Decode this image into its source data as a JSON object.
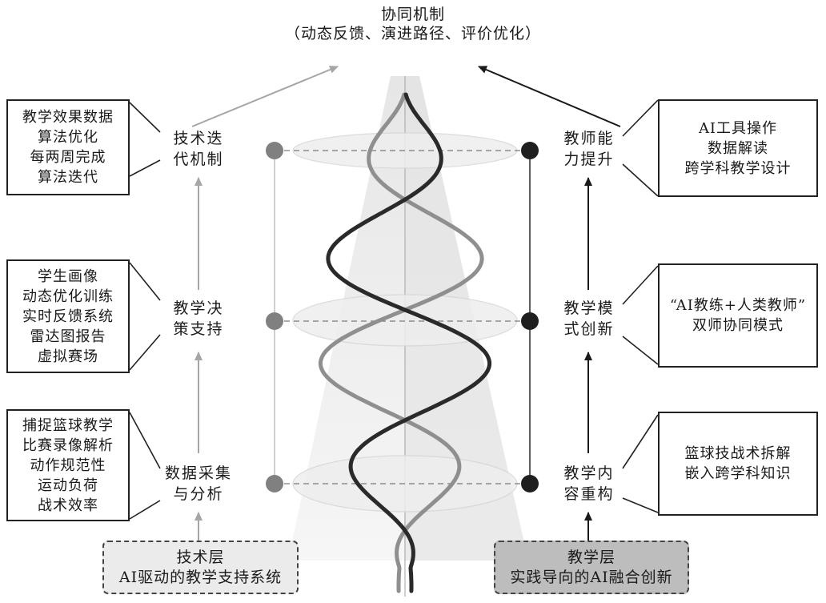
{
  "title": {
    "main": "协同机制",
    "sub": "（动态反馈、演进路径、评价优化）"
  },
  "left": {
    "base": {
      "line1": "技术层",
      "line2": "AI驱动的教学支持系统"
    },
    "nodes": [
      {
        "line1": "数据采集",
        "line2": "与分析"
      },
      {
        "line1": "教学决",
        "line2": "策支持"
      },
      {
        "line1": "技术迭",
        "line2": "代机制"
      }
    ],
    "boxes": [
      {
        "lines": [
          "捕捉篮球教学",
          "比赛录像解析",
          "动作规范性",
          "运动负荷",
          "战术效率"
        ]
      },
      {
        "lines": [
          "学生画像",
          "动态优化训练",
          "实时反馈系统",
          "雷达图报告",
          "虚拟赛场"
        ]
      },
      {
        "lines": [
          "教学效果数据",
          "算法优化",
          "每两周完成",
          "算法迭代"
        ]
      }
    ]
  },
  "right": {
    "base": {
      "line1": "教学层",
      "line2": "实践导向的AI融合创新"
    },
    "nodes": [
      {
        "line1": "教学内",
        "line2": "容重构"
      },
      {
        "line1": "教学模",
        "line2": "式创新"
      },
      {
        "line1": "教师能",
        "line2": "力提升"
      }
    ],
    "boxes": [
      {
        "lines": [
          "篮球技战术拆解",
          "嵌入跨学科知识"
        ]
      },
      {
        "lines": [
          "“AI教练+人类教师”",
          "双师协同模式"
        ]
      },
      {
        "lines": [
          "AI工具操作",
          "数据解读",
          "跨学科教学设计"
        ]
      }
    ]
  },
  "colors": {
    "left_strand": "#8f8f8f",
    "right_strand": "#2a2a2a",
    "left_dot": "#808080",
    "right_dot": "#1f1f1f",
    "left_base_fill": "#ebebeb",
    "right_base_fill": "#bdbdbd"
  }
}
